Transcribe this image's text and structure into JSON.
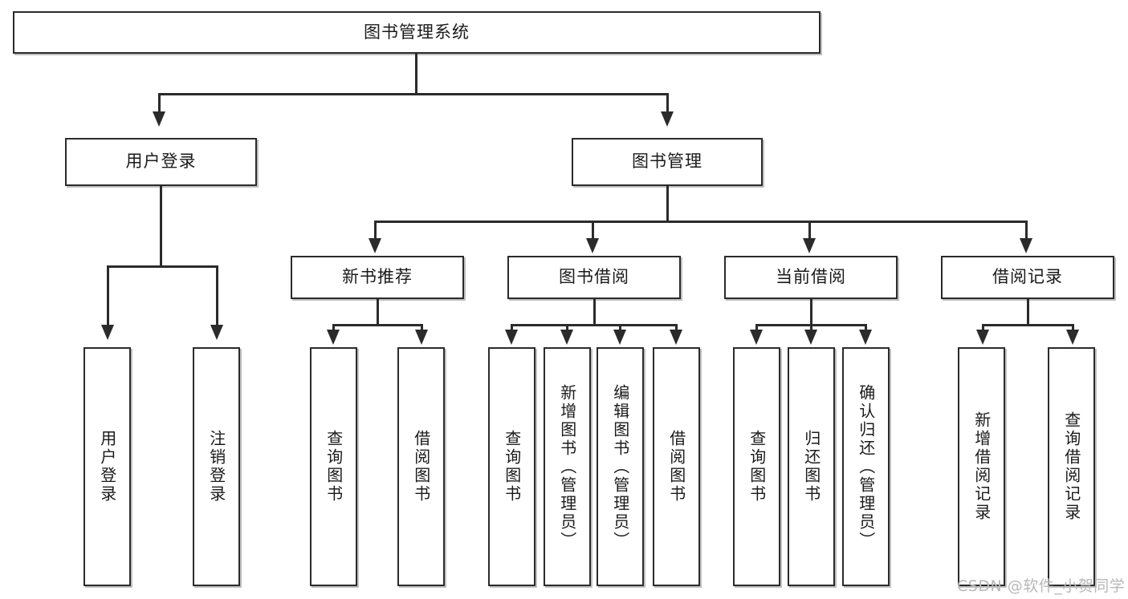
{
  "diagram": {
    "title_node": {
      "label": "图书管理系统"
    },
    "level2": [
      {
        "id": "user-login",
        "label": "用户登录"
      },
      {
        "id": "book-management",
        "label": "图书管理"
      }
    ],
    "level3": [
      {
        "id": "new-book-recommend",
        "label": "新书推荐"
      },
      {
        "id": "book-borrow",
        "label": "图书借阅"
      },
      {
        "id": "current-borrow",
        "label": "当前借阅"
      },
      {
        "id": "borrow-record",
        "label": "借阅记录"
      }
    ],
    "leaves": {
      "user_login": [
        {
          "id": "leaf-user-login",
          "label": "用户登录"
        },
        {
          "id": "leaf-logout-login",
          "label": "注销登录"
        }
      ],
      "new_book_recommend": [
        {
          "id": "leaf-query-book-1",
          "label": "查询图书"
        },
        {
          "id": "leaf-borrow-book-1",
          "label": "借阅图书"
        }
      ],
      "book_borrow": [
        {
          "id": "leaf-query-book-2",
          "label": "查询图书"
        },
        {
          "id": "leaf-add-book",
          "label": "新增图书（管理员）"
        },
        {
          "id": "leaf-edit-book",
          "label": "编辑图书（管理员）"
        },
        {
          "id": "leaf-borrow-book-2",
          "label": "借阅图书"
        }
      ],
      "current_borrow": [
        {
          "id": "leaf-query-book-3",
          "label": "查询图书"
        },
        {
          "id": "leaf-return-book",
          "label": "归还图书"
        },
        {
          "id": "leaf-confirm-return",
          "label": "确认归还（管理员）"
        }
      ],
      "borrow_record": [
        {
          "id": "leaf-add-record",
          "label": "新增借阅记录"
        },
        {
          "id": "leaf-query-record",
          "label": "查询借阅记录"
        }
      ]
    }
  },
  "watermark": {
    "text": "CSDN @软件_小贺同学"
  },
  "colors": {
    "stroke": "#2b2b2b",
    "background": "#ffffff",
    "watermark": "#b8b8b8"
  }
}
